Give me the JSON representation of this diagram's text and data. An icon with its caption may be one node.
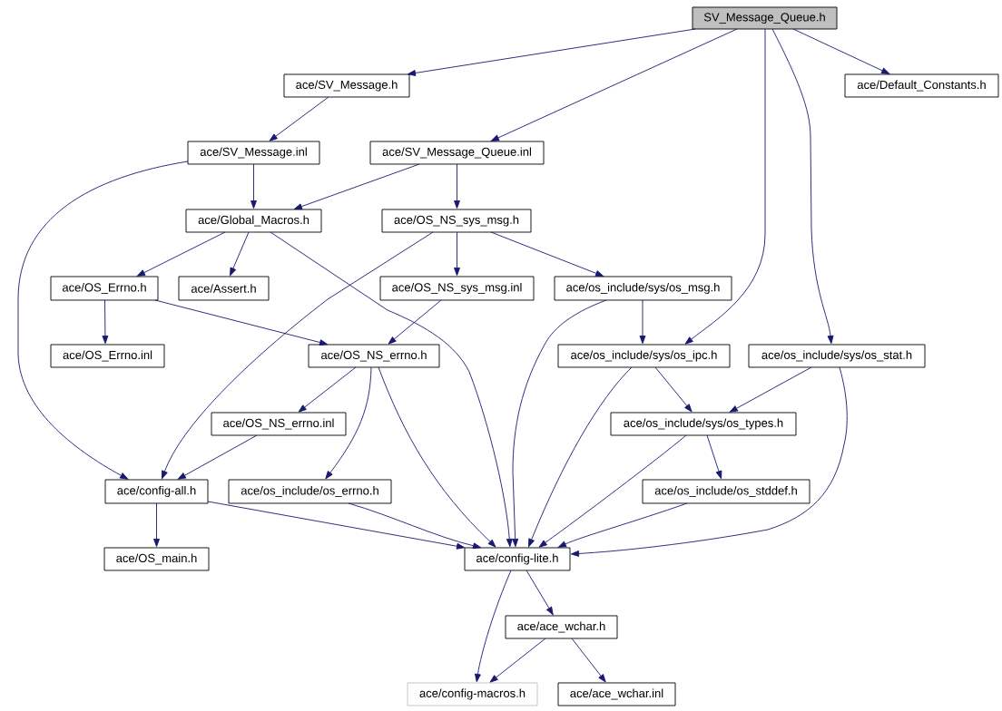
{
  "diagram": {
    "nodes": [
      {
        "text": [
          "SV_Message_Queue.h"
        ]
      },
      {
        "text": [
          "ace/SV_Message.h"
        ]
      },
      {
        "text": [
          "ace/Default_Constants.h"
        ]
      },
      {
        "text": [
          "ace/SV_Message.inl"
        ]
      },
      {
        "text": [
          "ace/SV_Message_Queue.inl"
        ]
      },
      {
        "text": [
          "ace/Global_Macros.h"
        ]
      },
      {
        "text": [
          "ace/OS_NS_sys_msg.h"
        ]
      },
      {
        "text": [
          "ace/OS_Errno.h"
        ]
      },
      {
        "text": [
          "ace/Assert.h"
        ]
      },
      {
        "text": [
          "ace/OS_NS_sys_msg.inl"
        ]
      },
      {
        "text": [
          "ace/os_include/sys/os_msg.h"
        ]
      },
      {
        "text": [
          "ace/OS_Errno.inl"
        ]
      },
      {
        "text": [
          "ace/OS_NS_errno.h"
        ]
      },
      {
        "text": [
          "ace/os_include/sys/os_ipc.h"
        ]
      },
      {
        "text": [
          "ace/os_include/sys/os_stat.h"
        ]
      },
      {
        "text": [
          "ace/OS_NS_errno.inl"
        ]
      },
      {
        "text": [
          "ace/os_include/sys/os_types.h"
        ]
      },
      {
        "text": [
          "ace/config-all.h"
        ]
      },
      {
        "text": [
          "ace/os_include/os_errno.h"
        ]
      },
      {
        "text": [
          "ace/os_include/os_stddef.h"
        ]
      },
      {
        "text": [
          "ace/OS_main.h"
        ]
      },
      {
        "text": [
          "ace/config-lite.h"
        ]
      },
      {
        "text": [
          "ace/ace_wchar.h"
        ]
      },
      {
        "text": [
          "ace/config-macros.h"
        ]
      },
      {
        "text": [
          "ace/ace_wchar.inl"
        ]
      }
    ],
    "edges": [
      {
        "from": 0,
        "to": 1,
        "arrow": "to"
      },
      {
        "from": 0,
        "to": 4,
        "arrow": "to"
      },
      {
        "from": 0,
        "to": 13,
        "arrow": "to"
      },
      {
        "from": 0,
        "to": 14,
        "arrow": "to"
      },
      {
        "from": 0,
        "to": 2,
        "arrow": "to"
      },
      {
        "from": 1,
        "to": 3,
        "arrow": "to"
      },
      {
        "from": 3,
        "to": 5,
        "arrow": "to"
      },
      {
        "from": 3,
        "to": 17,
        "arrow": "to"
      },
      {
        "from": 4,
        "to": 5,
        "arrow": "to"
      },
      {
        "from": 4,
        "to": 6,
        "arrow": "to"
      },
      {
        "from": 5,
        "to": 7,
        "arrow": "to"
      },
      {
        "from": 5,
        "to": 8,
        "arrow": "to"
      },
      {
        "from": 5,
        "to": 21,
        "arrow": "to"
      },
      {
        "from": 6,
        "to": 17,
        "arrow": "to"
      },
      {
        "from": 6,
        "to": 9,
        "arrow": "to"
      },
      {
        "from": 6,
        "to": 10,
        "arrow": "to"
      },
      {
        "from": 7,
        "to": 11,
        "arrow": "to"
      },
      {
        "from": 7,
        "to": 12,
        "arrow": "to"
      },
      {
        "from": 9,
        "to": 12,
        "arrow": "to"
      },
      {
        "from": 10,
        "to": 13,
        "arrow": "to"
      },
      {
        "from": 10,
        "to": 21,
        "arrow": "to"
      },
      {
        "from": 12,
        "to": 15,
        "arrow": "to"
      },
      {
        "from": 12,
        "to": 18,
        "arrow": "to"
      },
      {
        "from": 12,
        "to": 21,
        "arrow": "to"
      },
      {
        "from": 13,
        "to": 16,
        "arrow": "to"
      },
      {
        "from": 13,
        "to": 21,
        "arrow": "to"
      },
      {
        "from": 14,
        "to": 16,
        "arrow": "to"
      },
      {
        "from": 14,
        "to": 21,
        "arrow": "to"
      },
      {
        "from": 15,
        "to": 17,
        "arrow": "to"
      },
      {
        "from": 16,
        "to": 19,
        "arrow": "to"
      },
      {
        "from": 16,
        "to": 21,
        "arrow": "to"
      },
      {
        "from": 17,
        "to": 20,
        "arrow": "to"
      },
      {
        "from": 17,
        "to": 21,
        "arrow": "to"
      },
      {
        "from": 18,
        "to": 21,
        "arrow": "to"
      },
      {
        "from": 19,
        "to": 21,
        "arrow": "to"
      },
      {
        "from": 21,
        "to": 22,
        "arrow": "to"
      },
      {
        "from": 21,
        "to": 23,
        "arrow": "to"
      },
      {
        "from": 22,
        "to": 23,
        "arrow": "to"
      },
      {
        "from": 22,
        "to": 24,
        "arrow": "to"
      }
    ]
  }
}
